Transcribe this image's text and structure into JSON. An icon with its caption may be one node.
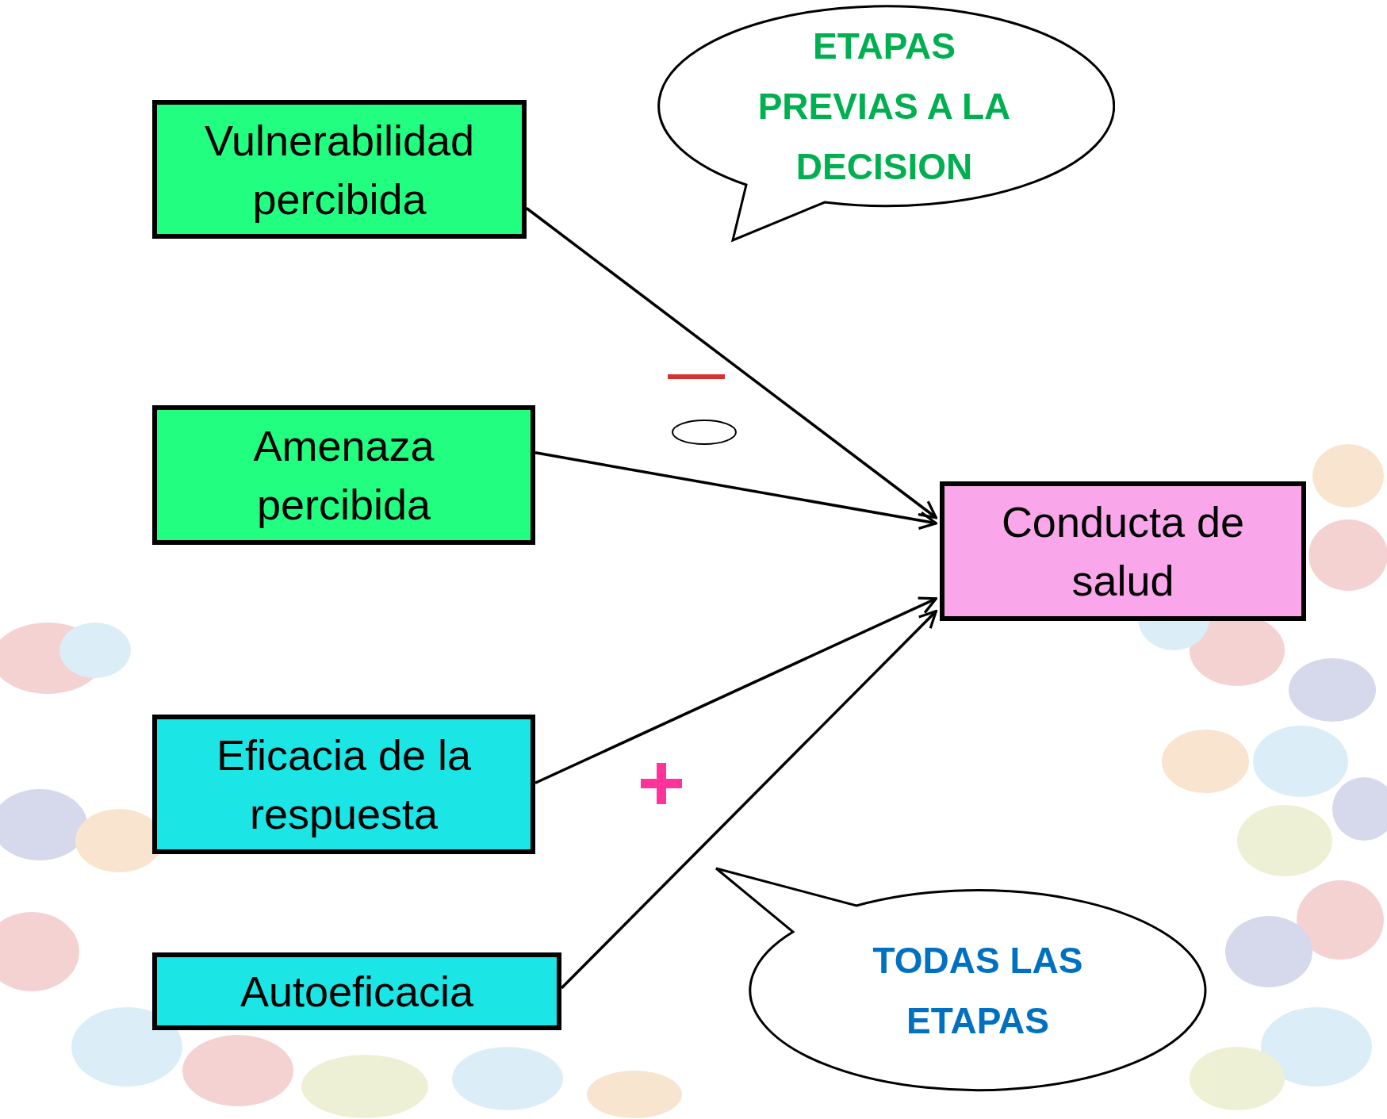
{
  "diagram": {
    "nodes": [
      {
        "text": [
          "Vulnerabilidad percibida"
        ]
      },
      {
        "text": [
          "Amenaza percibida"
        ]
      },
      {
        "text": [
          "Eficacia de la respuesta"
        ]
      },
      {
        "text": [
          "Autoeficacia"
        ]
      },
      {
        "text": [
          "Conducta de salud"
        ]
      },
      {
        "text": [
          "ETAPAS PREVIAS A LA DECISION"
        ]
      },
      {
        "text": [
          "TODAS LAS ETAPAS"
        ]
      },
      {
        "text": [],
        "shape": "circle"
      }
    ],
    "edges": [
      {
        "from": 0,
        "to": 4,
        "arrow": "to"
      },
      {
        "from": 1,
        "to": 4,
        "arrow": "to"
      },
      {
        "from": 2,
        "to": 4,
        "arrow": "to"
      },
      {
        "from": 3,
        "to": 4,
        "arrow": "to"
      }
    ]
  }
}
